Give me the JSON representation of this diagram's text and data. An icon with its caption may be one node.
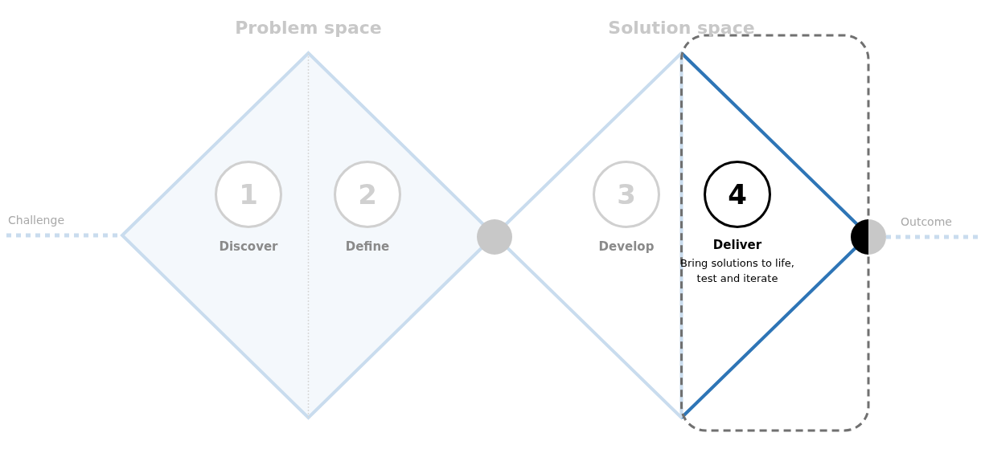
{
  "diagram": {
    "nodes": [
      {
        "text": [
          "Problem space"
        ]
      },
      {
        "text": [
          "1"
        ],
        "in": 0,
        "beside": [
          "Discover"
        ]
      },
      {
        "text": [
          "2"
        ],
        "in": 0,
        "beside": [
          "Define"
        ]
      },
      {
        "text": [],
        "shape": "circle"
      },
      {
        "text": [
          "Solution space"
        ]
      },
      {
        "text": [
          "3"
        ],
        "in": 4,
        "beside": [
          "Develop"
        ]
      },
      {
        "text": [
          "4"
        ],
        "in": 4,
        "beside": [
          "Deliver",
          "Bring solutions to life, test and iterate"
        ]
      },
      {
        "text": [],
        "shape": "circle"
      }
    ],
    "edges": [
      {
        "from": null,
        "to": 0,
        "arrow": "none",
        "style": "dashed",
        "label": "Challenge"
      },
      {
        "from": 7,
        "to": null,
        "arrow": "none",
        "style": "dashed",
        "label": "Outcome"
      }
    ]
  }
}
